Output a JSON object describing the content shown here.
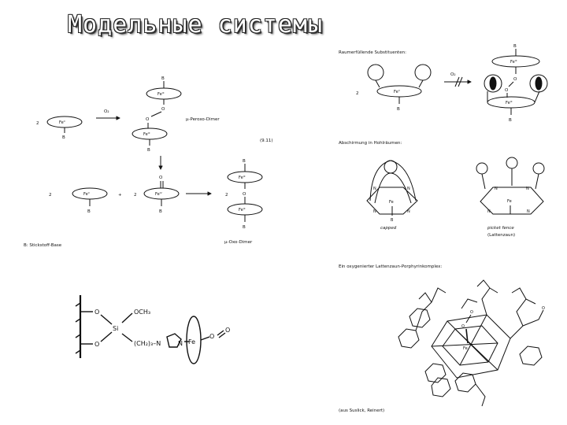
{
  "slide": {
    "title": "Модельные системы"
  },
  "peroxo_scheme": {
    "fe2": "Feᴵᴵ",
    "fe3": "Feᴵᴵᴵ",
    "fe4": "Feᴵⱽ",
    "b": "B",
    "o": "O",
    "o2": "O₂",
    "two": "2",
    "plus": "+",
    "peroxo_label": "µ-Peroxo-Dimer",
    "equation_no": "(9.11)",
    "oxo_label": "µ-Oxo-Dimer",
    "footnote": "B: Stickstoff-Base"
  },
  "silica_model": {
    "o": "O",
    "si": "Si",
    "och3": "OCH₃",
    "chain": "(CH₂)₃–N",
    "n": "N",
    "fe": "Fe",
    "o_bond": "O"
  },
  "capped_scheme": {
    "heading": "Raumerfüllende Substituenten:",
    "fe": "Feᴵᴵ",
    "fe3": "Feᴵᴵᴵ",
    "b": "B",
    "o": "O",
    "o2": "O₂",
    "two": "2"
  },
  "shield_scheme": {
    "heading": "Abschirmung in Hohlräumen:",
    "n": "N",
    "fe": "Fe",
    "b": "B",
    "capped_label": "capped",
    "picket_label": "picket fence",
    "picket_sub": "(Lattenzaun)"
  },
  "picket_complex": {
    "heading": "Ein oxygenierter Lattenzaun-Porphyrinkomplex:",
    "fe": "Fe",
    "o": "O",
    "source": "(aus Suslick, Reinert)"
  }
}
